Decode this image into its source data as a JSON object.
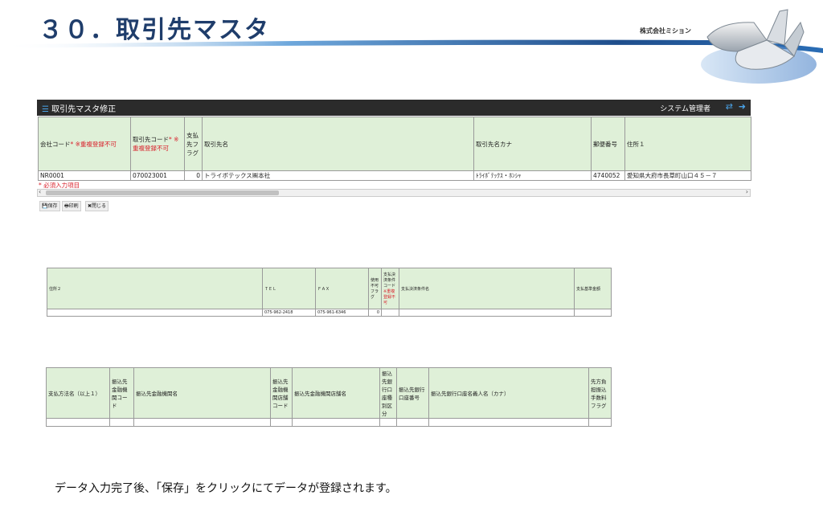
{
  "slide": {
    "title": "３０．取引先マスタ",
    "company": "株式会社ミション",
    "caption": "データ入力完了後、「保存」をクリックにてデータが登録されます。"
  },
  "panel": {
    "title": "取引先マスタ修正",
    "user": "システム管理者",
    "required_note": "* 必須入力項目",
    "buttons": {
      "save": "保存",
      "print": "印刷",
      "close": "閉じる"
    }
  },
  "table1": {
    "headers": [
      {
        "label": "会社コード",
        "star": "*",
        "note": " ※重複登録不可"
      },
      {
        "label": "取引先コード",
        "star": "*",
        "note": " ※重複登録不可"
      },
      {
        "label": "支払先フラグ"
      },
      {
        "label": "取引先名"
      },
      {
        "label": "取引先名カナ"
      },
      {
        "label": "郵便番号"
      },
      {
        "label": "住所１"
      }
    ],
    "row": [
      "NR0001",
      "070023001",
      "0",
      "トライボテックス㈱本社",
      "ﾄﾗｲﾎﾞﾃｯｸｽ・ﾎﾝｼｬ",
      "4740052",
      "愛知県大府市長草町山口４５－７"
    ]
  },
  "table2": {
    "headers": [
      {
        "label": "住所２"
      },
      {
        "label": "ＴＥＬ"
      },
      {
        "label": "ＦＡＸ"
      },
      {
        "label": "使用不可フラグ"
      },
      {
        "label": "支払決済条件コード",
        "note": "※重複登録不可"
      },
      {
        "label": "支払決済条件名"
      },
      {
        "label": "支払基準金額"
      }
    ],
    "row": [
      "",
      "075-962-2418",
      "075-961-6346",
      "0",
      "",
      "",
      ""
    ]
  },
  "table3": {
    "headers": [
      {
        "label": "支払方法名（以上１）"
      },
      {
        "label": "振込先金融機関コード"
      },
      {
        "label": "振込先金融機関名"
      },
      {
        "label": "振込先金融機関店舗コード"
      },
      {
        "label": "振込先金融機関店舗名"
      },
      {
        "label": "振込先銀行口座種別区分"
      },
      {
        "label": "振込先銀行口座番号"
      },
      {
        "label": "振込先銀行口座名義人名（カナ）"
      },
      {
        "label": "先方負担振込手数料フラグ"
      }
    ],
    "row": [
      "",
      "",
      "",
      "",
      "",
      "",
      "",
      "",
      ""
    ]
  }
}
